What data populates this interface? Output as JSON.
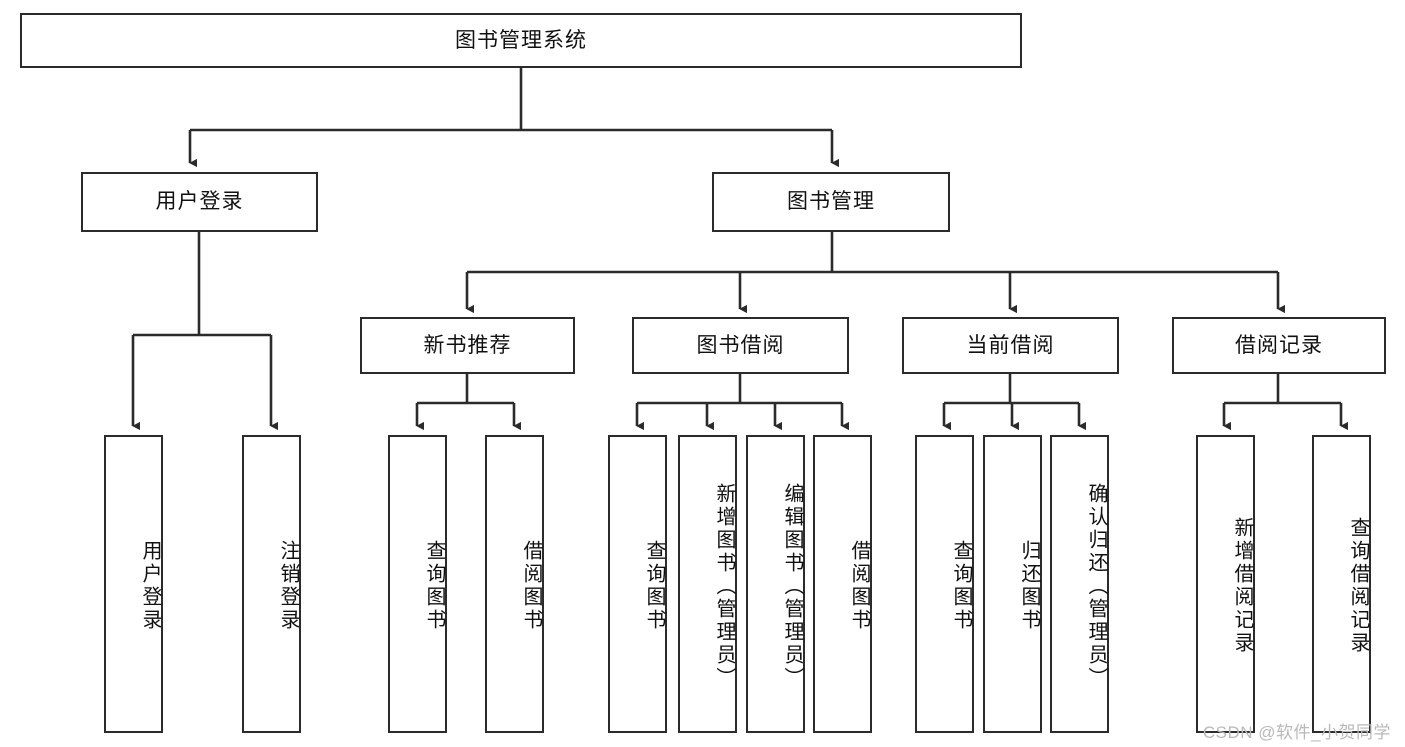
{
  "diagram": {
    "title_node": {
      "label": "图书管理系统"
    },
    "level2": [
      {
        "id": "user-login",
        "label": "用户登录"
      },
      {
        "id": "book-management",
        "label": "图书管理"
      }
    ],
    "level3": [
      {
        "id": "new-book-recommend",
        "label": "新书推荐"
      },
      {
        "id": "book-borrow",
        "label": "图书借阅"
      },
      {
        "id": "current-borrow",
        "label": "当前借阅"
      },
      {
        "id": "borrow-record",
        "label": "借阅记录"
      }
    ],
    "leaves": {
      "user_login": [
        {
          "id": "leaf-user-login",
          "label": "用户登录"
        },
        {
          "id": "leaf-user-logout",
          "label": "注销登录"
        }
      ],
      "new_book_recommend": [
        {
          "id": "leaf-query-book-1",
          "label": "查询图书"
        },
        {
          "id": "leaf-borrow-book-1",
          "label": "借阅图书"
        }
      ],
      "book_borrow": [
        {
          "id": "leaf-query-book-2",
          "label": "查询图书"
        },
        {
          "id": "leaf-add-book",
          "label": "新增图书（管理员）"
        },
        {
          "id": "leaf-edit-book",
          "label": "编辑图书（管理员）"
        },
        {
          "id": "leaf-borrow-book-2",
          "label": "借阅图书"
        }
      ],
      "current_borrow": [
        {
          "id": "leaf-query-book-3",
          "label": "查询图书"
        },
        {
          "id": "leaf-return-book",
          "label": "归还图书"
        },
        {
          "id": "leaf-confirm-return",
          "label": "确认归还（管理员）"
        }
      ],
      "borrow_record": [
        {
          "id": "leaf-add-record",
          "label": "新增借阅记录"
        },
        {
          "id": "leaf-query-record",
          "label": "查询借阅记录"
        }
      ]
    },
    "colors": {
      "stroke": "#2b2b2b",
      "fill": "#ffffff",
      "text": "#111111",
      "watermark": "#b9b9b9"
    }
  },
  "watermark": {
    "text": "CSDN @软件_小贺同学"
  }
}
